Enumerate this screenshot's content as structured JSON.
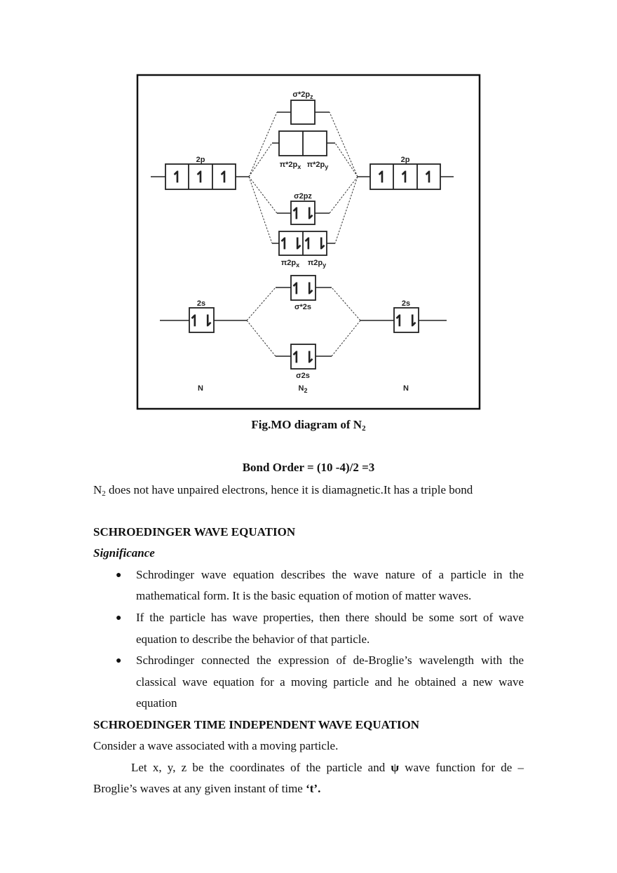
{
  "figure": {
    "labels": {
      "left_2p": "2p",
      "right_2p": "2p",
      "sigma_star_2pz": {
        "base": "σ*2p",
        "sub": "z"
      },
      "pi_star_2px": {
        "base": "π*2p",
        "sub": "x"
      },
      "pi_star_2py": {
        "base": "π*2p",
        "sub": "y"
      },
      "sigma_2pz": "σ2pz",
      "pi_2px": {
        "base": "π2p",
        "sub": "x"
      },
      "pi_2py": {
        "base": "π2p",
        "sub": "y"
      },
      "left_2s": "2s",
      "right_2s": "2s",
      "sigma_star_2s": "σ*2s",
      "sigma_2s": "σ2s",
      "left_atom": "N",
      "molecule": {
        "base": "N",
        "sub": "2"
      },
      "right_atom": "N"
    },
    "arrows": {
      "up": "↿",
      "pair": "↿⇂"
    },
    "caption": {
      "text": "Fig.MO diagram of N",
      "sub": "2"
    }
  },
  "bond_order": "Bond Order = (10 -4)/2 =3",
  "diamagnetic": {
    "pre": "N",
    "sub": "2",
    "text": " does not have unpaired electrons, hence it is diamagnetic.It has a triple bond"
  },
  "heading1": "SCHROEDINGER WAVE EQUATION",
  "subheading": "Significance",
  "bullet_glyph": "●",
  "bullets": [
    {
      "lines": [
        "Schrodinger wave equation describes the wave nature of a particle in the",
        "mathematical form. It is the basic equation of motion of matter waves."
      ]
    },
    {
      "lines": [
        "If the particle has wave properties, then there should be some sort of wave",
        "equation to describe the behavior of that particle."
      ]
    },
    {
      "lines": [
        "Schrodinger connected the expression of de-Broglie’s wavelength with the",
        "classical wave equation for a moving particle and he obtained a new wave",
        "equation"
      ]
    }
  ],
  "heading2": "SCHROEDINGER TIME INDEPENDENT WAVE EQUATION",
  "consider": "Consider a wave associated with a moving particle.",
  "para": {
    "l1a": "Let x, y, z be the coordinates of the particle and ",
    "psi": "ψ",
    "l1b": " wave function for de –",
    "l2a": "Broglie’s waves at any given instant of time ",
    "t": "‘t’."
  }
}
